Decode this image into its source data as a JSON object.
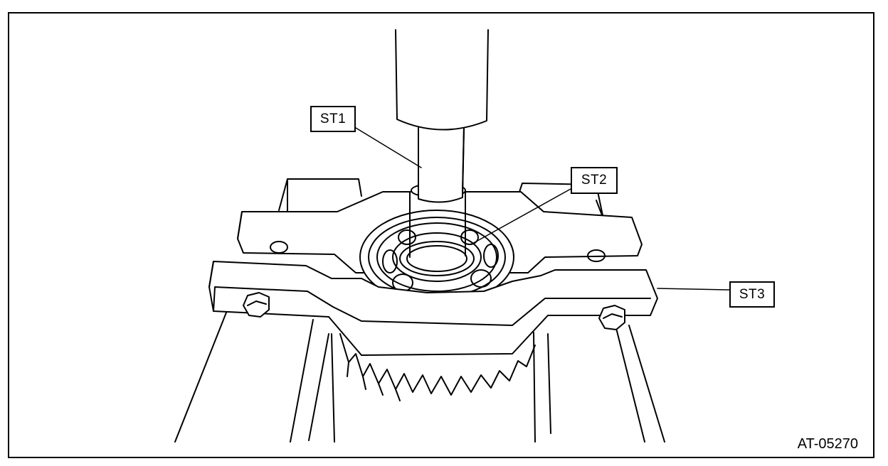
{
  "callouts": {
    "st1": "ST1",
    "st2": "ST2",
    "st3": "ST3"
  },
  "figure_id": "AT-05270"
}
